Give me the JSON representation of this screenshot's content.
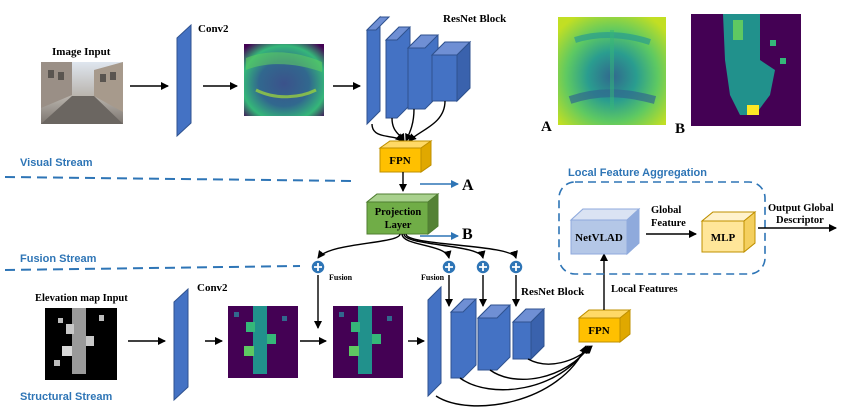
{
  "colors": {
    "accent": "#2e75b6",
    "conv_blue": "#4472c4",
    "fpn_orange": "#ffc000",
    "projection_green": "#70ad47",
    "netvlad_blue": "#b4c7e7",
    "mlp_yellow": "#ffe699",
    "heatmap_purple": "#440154",
    "heatmap_teal": "#21918c",
    "heatmap_yellow": "#fde725"
  },
  "labels": {
    "image_input": "Image Input",
    "conv2_top": "Conv2",
    "resnet_top": "ResNet Block",
    "fpn_top": "FPN",
    "visual_stream": "Visual Stream",
    "marker_a": "A",
    "marker_b": "B",
    "projection_line1": "Projection",
    "projection_line2": "Layer",
    "fusion_stream": "Fusion Stream",
    "fusion_left": "Fusion",
    "fusion_right": "Fusion",
    "elevation_input": "Elevation map Input",
    "conv2_bottom": "Conv2",
    "resnet_bottom": "ResNet Block",
    "fpn_bottom": "FPN",
    "structural_stream": "Structural Stream",
    "local_feature_aggregation": "Local Feature Aggregation",
    "netvlad": "NetVLAD",
    "global_feature_line1": "Global",
    "global_feature_line2": "Feature",
    "mlp": "MLP",
    "output_line1": "Output Global",
    "output_line2": "Descriptor",
    "local_features": "Local Features",
    "panel_a": "A",
    "panel_b": "B"
  },
  "icons": [
    "plus-circle-icon",
    "arrow-icon"
  ]
}
